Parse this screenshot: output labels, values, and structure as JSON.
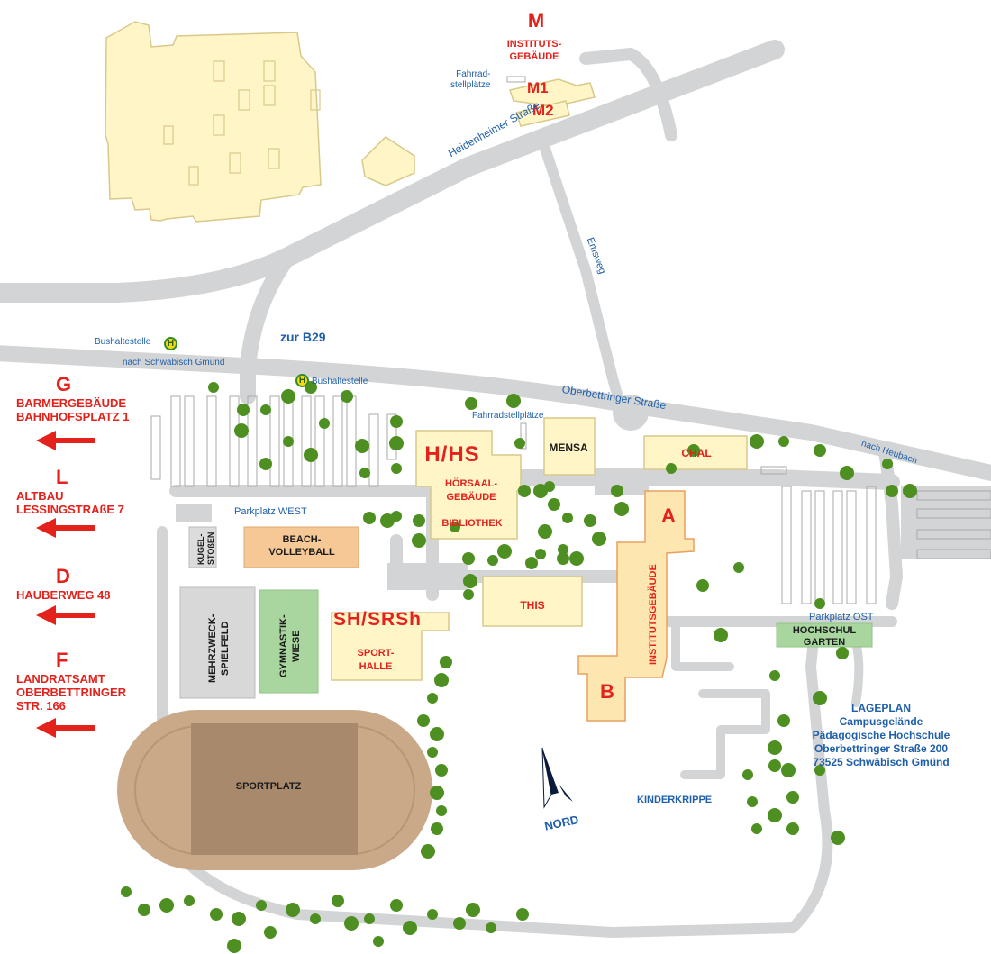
{
  "colors": {
    "road": "#d3d4d5",
    "building": "#fff5c7",
    "building_stroke": "#d8c98a",
    "institut": "#fde6b0",
    "institut_stroke": "#e8a060",
    "volley": "#f5c896",
    "gym": "#a9d59f",
    "sportfeld": "#d8d8d8",
    "track": "#c9a988",
    "field": "#a8896b",
    "tree": "#4e8f22",
    "red": "#e3221c",
    "blue": "#1f5fa8",
    "bus": "#f5d90a"
  },
  "buildings": {
    "m_code": "M",
    "m_name_1": "INSTITUTS-",
    "m_name_2": "GEBÄUDE",
    "m1": "M1",
    "m2": "M2",
    "m_bike_1": "Fahrrad-",
    "m_bike_2": "stellplätze",
    "hhs_code": "H/HS",
    "hhs_name_1": "HÖRSAAL-",
    "hhs_name_2": "GEBÄUDE",
    "hhs_name_3": "BIBLIOTHEK",
    "mensa": "MENSA",
    "chal": "CHAL",
    "this": "THIS",
    "a": "A",
    "b": "B",
    "institut": "INSTITUTSGEBÄUDE",
    "sh_code": "SH/SRSh",
    "sh_name_1": "SPORT-",
    "sh_name_2": "HALLE",
    "kugel_1": "KUGEL-",
    "kugel_2": "STOßEN",
    "beach_1": "BEACH-",
    "beach_2": "VOLLEYBALL",
    "mehr_1": "MEHRZWECK-",
    "mehr_2": "SPIELFELD",
    "gym_1": "GYMNASTIK-",
    "gym_2": "WIESE",
    "sportplatz": "SPORTPLATZ",
    "garten_1": "HOCHSCHUL",
    "garten_2": "GARTEN",
    "kinderkrippe": "KINDERKRIPPE"
  },
  "streets": {
    "heidenheimer": "Heidenheimer Straße",
    "emsweg": "Emsweg",
    "zur_b29": "zur B29",
    "nach_gmuend": "nach Schwäbisch Gmünd",
    "oberbettringer": "Oberbettringer Straße",
    "nach_heubach": "nach Heubach",
    "bus_1": "Bushaltestelle",
    "bus_2": "Bushaltestelle",
    "bus_icon": "H",
    "fahrrad": "Fahrradstellplätze",
    "parkplatz_west": "Parkplatz WEST",
    "parkplatz_ost": "Parkplatz OST"
  },
  "north": "NORD",
  "legend": {
    "title_1": "LAGEPLAN",
    "title_2": "Campusgelände",
    "line_1": "Pädagogische Hochschule",
    "line_2": "Oberbettringer Straße 200",
    "line_3": "73525 Schwäbisch Gmünd"
  },
  "destinations": [
    {
      "code": "G",
      "line_1": "BARMERGEBÄUDE",
      "line_2": "BAHNHOFSPLATZ 1",
      "line_3": ""
    },
    {
      "code": "L",
      "line_1": "ALTBAU",
      "line_2": "LESSINGSTRAßE 7",
      "line_3": ""
    },
    {
      "code": "D",
      "line_1": "HAUBERWEG 48",
      "line_2": "",
      "line_3": ""
    },
    {
      "code": "F",
      "line_1": "LANDRATSAMT",
      "line_2": "OBERBETTRINGER",
      "line_3": "STR. 166"
    }
  ]
}
